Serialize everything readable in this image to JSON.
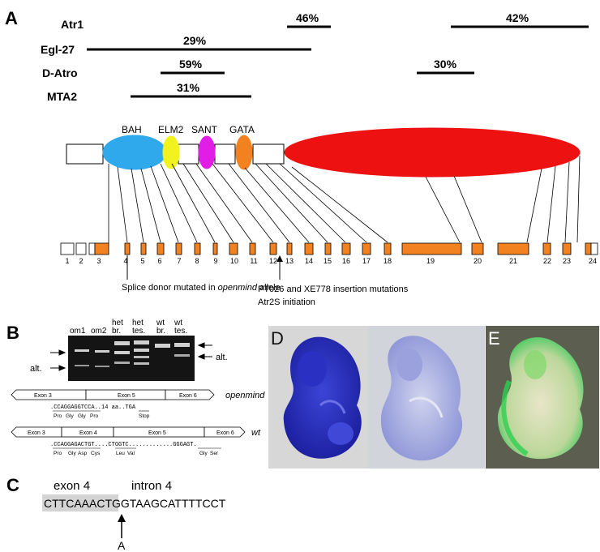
{
  "panel_a": {
    "letter": "A",
    "proteins": [
      {
        "name": "Atr1",
        "identities": [
          "46%",
          "42%"
        ]
      },
      {
        "name": "Egl-27",
        "identities": [
          "29%"
        ]
      },
      {
        "name": "D-Atro",
        "identities": [
          "59%",
          "30%"
        ]
      },
      {
        "name": "MTA2",
        "identities": [
          "31%"
        ]
      }
    ],
    "domains": [
      {
        "name": "BAH",
        "color": "#2fa8ec"
      },
      {
        "name": "ELM2",
        "color": "#f2f21c"
      },
      {
        "name": "SANT",
        "color": "#e11ee6"
      },
      {
        "name": "GATA",
        "color": "#f28220"
      }
    ],
    "c_terminal_domain_color": "#ee1111",
    "exon_color": "#f28220",
    "exons": [
      "1",
      "2",
      "3",
      "4",
      "5",
      "6",
      "7",
      "8",
      "9",
      "10",
      "11",
      "12",
      "13",
      "14",
      "15",
      "16",
      "17",
      "18",
      "19",
      "20",
      "21",
      "22",
      "23",
      "24"
    ],
    "annotation_splice": {
      "prefix": "Splice donor mutated in ",
      "allele": "openmind",
      "suffix": " allele"
    },
    "annotation_insertion": {
      "line1": "PT026 and XE778 insertion mutations",
      "line2": "Atr2S initiation"
    }
  },
  "panel_b": {
    "letter": "B",
    "lanes": [
      "om1",
      "om2",
      "het br.",
      "het tes.",
      "wt br.",
      "wt tes."
    ],
    "alt_label": "alt.",
    "openmind": {
      "label": "openmind",
      "exons": [
        "Exon 3",
        "Exon 5",
        "Exon 6"
      ],
      "seq": ".CCAGGAGGTCCA..14 aa..TGA",
      "aa": [
        "Pro",
        "Gly",
        "Gly",
        "Pro",
        "Stop"
      ]
    },
    "wt": {
      "label": "wt",
      "exons": [
        "Exon 3",
        "Exon 4",
        "Exon 5",
        "Exon 6"
      ],
      "seq": ".CCAGGAGACTGT....CTGGTC.............GGGAGT.",
      "aa": [
        "Pro",
        "Gly",
        "Asp",
        "Cys",
        "Leu",
        "Val",
        "Gly",
        "Ser"
      ]
    }
  },
  "panel_c": {
    "letter": "C",
    "exon_label": "exon 4",
    "intron_label": "intron 4",
    "exon_seq": "CTTCAAACTG",
    "intron_seq": "GTAAGCATTTTCCT",
    "mutation": "A"
  },
  "panel_d": {
    "letter": "D"
  },
  "panel_e": {
    "letter": "E"
  }
}
